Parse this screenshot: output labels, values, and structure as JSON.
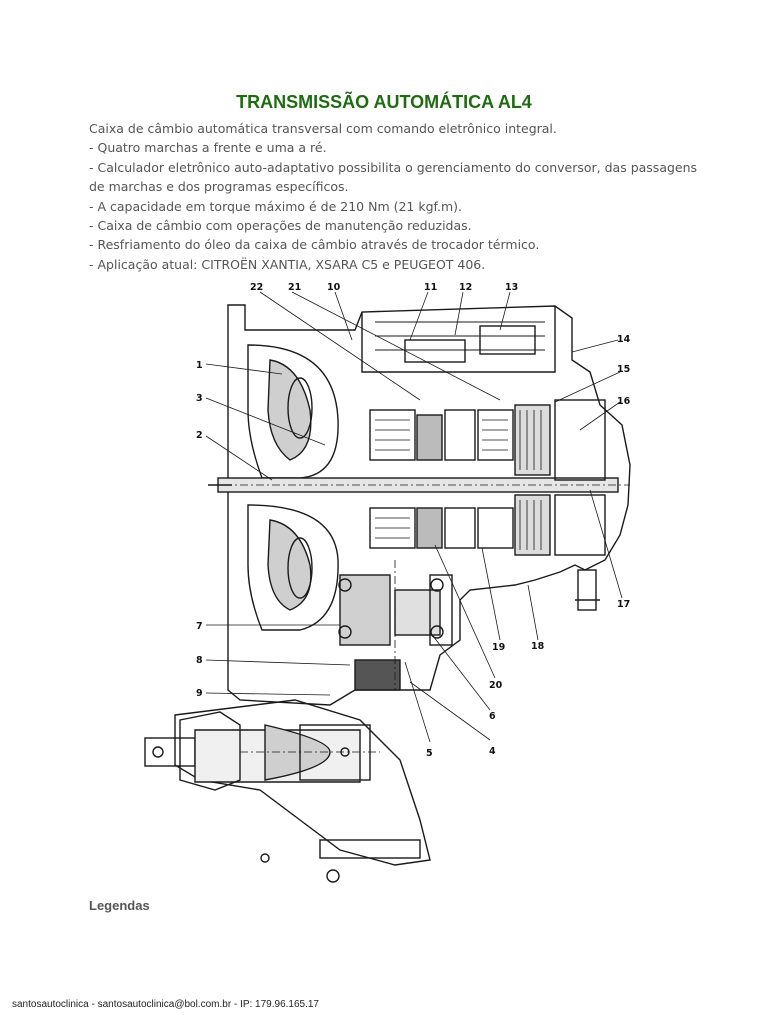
{
  "document": {
    "title": "TRANSMISSÃO AUTOMÁTICA AL4",
    "paragraph_lines": [
      "Caixa de câmbio automática transversal com comando eletrônico integral.",
      "- Quatro marchas a frente e uma a ré.",
      "- Calculador eletrônico auto-adaptativo possibilita o gerenciamento do conversor, das passagens",
      "de marchas e dos programas específicos.",
      "- A capacidade em torque máximo é de 210 Nm (21 kgf.m).",
      "- Caixa de câmbio com operações de manutenção reduzidas.",
      "- Resfriamento do óleo da caixa de câmbio através de trocador térmico.",
      "- Aplicação atual: CITROËN XANTIA, XSARA C5 e PEUGEOT 406."
    ],
    "figure_callouts": [
      "1",
      "2",
      "3",
      "4",
      "5",
      "6",
      "7",
      "8",
      "9",
      "10",
      "11",
      "12",
      "13",
      "14",
      "15",
      "16",
      "17",
      "18",
      "19",
      "20",
      "21",
      "22"
    ],
    "legend_heading": "Legendas"
  },
  "footer": {
    "text": "santosautoclinica - santosautoclinica@bol.com.br - IP: 179.96.165.17"
  },
  "colors": {
    "title": "#1f6b12",
    "body_text": "#555555",
    "drawing": "#1a1a1a"
  }
}
